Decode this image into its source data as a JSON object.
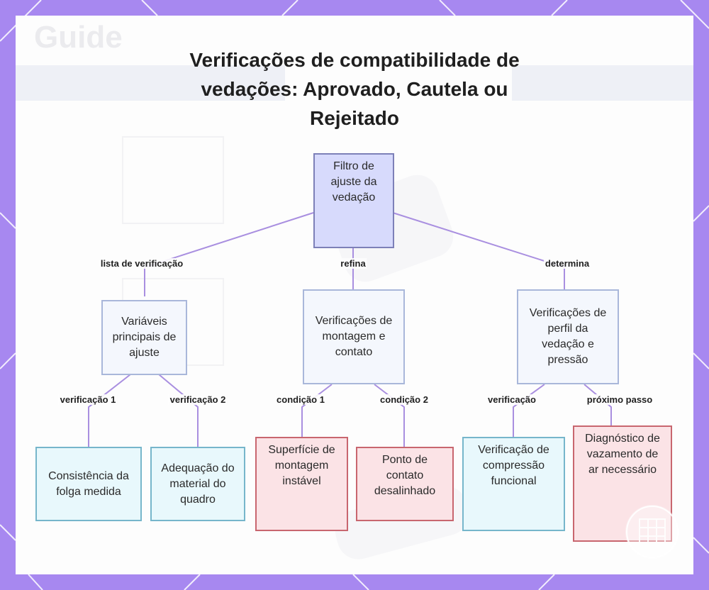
{
  "title": "Verificações de compatibilidade de vedações: Aprovado, Cautela ou Rejeitado",
  "colors": {
    "page_background": "#a788f0",
    "root_fill": "#d7dafc",
    "mid_fill": "#f4f7fd",
    "approved_fill": "#e8f8fc",
    "rejected_fill": "#fbe3e6",
    "edge": "#a98fe0"
  },
  "nodes": {
    "root": "Filtro de ajuste da vedação",
    "variables": "Variáveis principais de ajuste",
    "mounting": "Verificações de montagem e contato",
    "profile": "Verificações de perfil da vedação e pressão",
    "gap": "Consistência da folga medida",
    "frame": "Adequação do material do quadro",
    "surface": "Superfície de montagem instável",
    "contact": "Ponto de contato desalinhado",
    "compression": "Verificação de compressão funcional",
    "leak": "Diagnóstico de vazamento de ar necessário"
  },
  "edge_labels": {
    "checklist": "lista de verificação",
    "refines": "refina",
    "determines": "determina",
    "check1": "verificação 1",
    "check2": "verificação 2",
    "condition1": "condição 1",
    "condition2": "condição 2",
    "verification": "verificação",
    "next_step": "próximo passo"
  },
  "background_watermark": "Guide",
  "logo_icon": "document-grid-logo-icon"
}
